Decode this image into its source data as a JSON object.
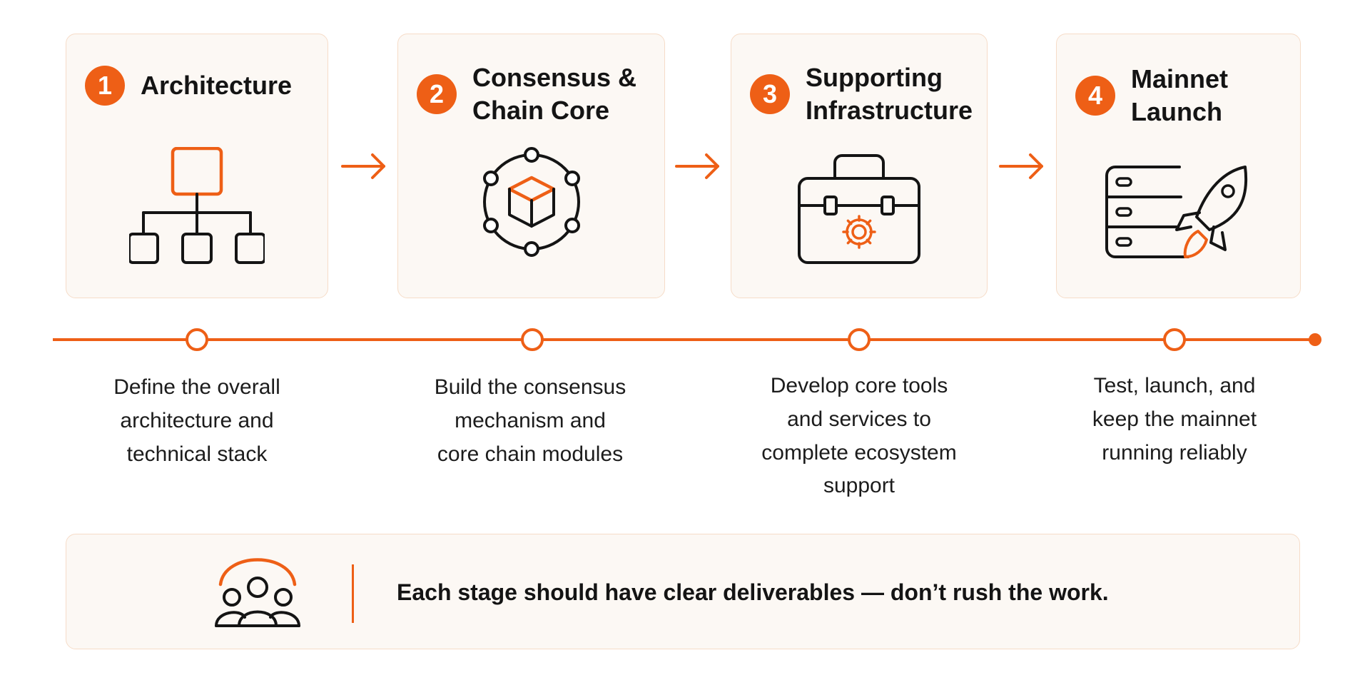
{
  "colors": {
    "accent": "#ee5f16",
    "card_bg": "#fcf8f4",
    "card_border": "#f6dcc8",
    "text": "#141414"
  },
  "stages": [
    {
      "number": "1",
      "title": "Architecture",
      "icon": "hierarchy-icon",
      "description": "Define the overall\narchitecture and\ntechnical stack"
    },
    {
      "number": "2",
      "title": "Consensus &\nChain Core",
      "icon": "blockchain-cube-icon",
      "description": "Build the consensus\nmechanism and\ncore chain modules"
    },
    {
      "number": "3",
      "title": "Supporting\nInfrastructure",
      "icon": "toolbox-gear-icon",
      "description": "Develop core tools\nand services to\ncomplete ecosystem\nsupport"
    },
    {
      "number": "4",
      "title": "Mainnet\nLaunch",
      "icon": "server-rocket-icon",
      "description": "Test, launch, and\nkeep the mainnet\nrunning reliably"
    }
  ],
  "banner": {
    "icon": "team-icon",
    "text": "Each stage should have clear deliverables — don’t rush the work."
  }
}
